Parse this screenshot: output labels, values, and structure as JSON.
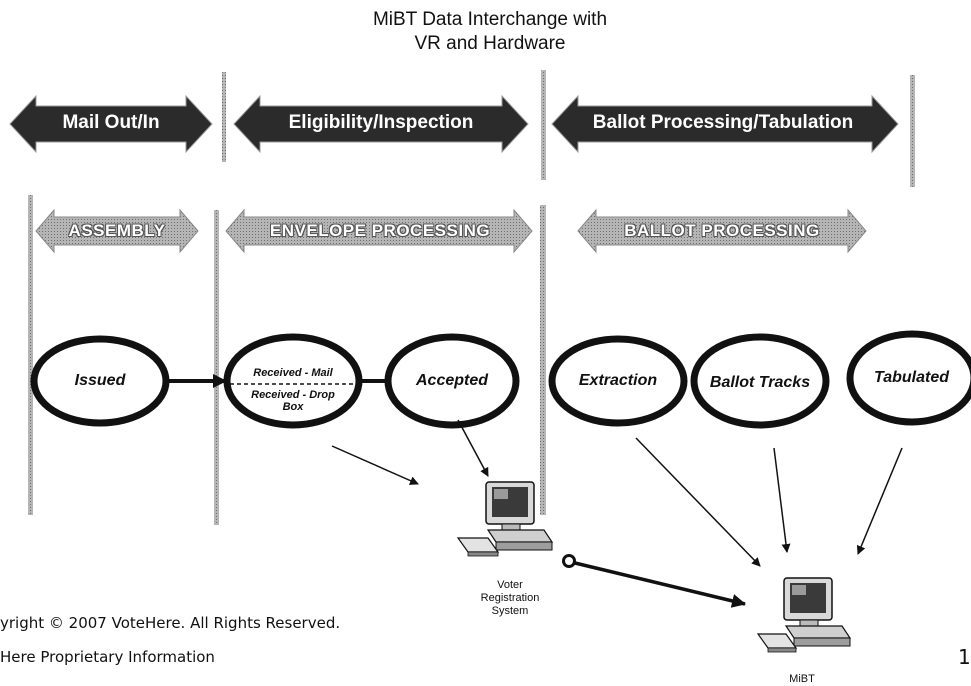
{
  "title_line1": "MiBT Data Interchange with",
  "title_line2": "VR and Hardware",
  "phases": [
    "Mail Out/In",
    "Eligibility/Inspection",
    "Ballot Processing/Tabulation"
  ],
  "subphases": [
    "ASSEMBLY",
    "ENVELOPE PROCESSING",
    "BALLOT PROCESSING"
  ],
  "states": {
    "issued": "Issued",
    "received_mail": "Received - Mail",
    "received_drop_box": "Received - Drop Box",
    "accepted": "Accepted",
    "extraction": "Extraction",
    "ballot_tracks": "Ballot Tracks",
    "tabulated": "Tabulated"
  },
  "systems": {
    "voter_registration": "Voter Registration System",
    "mibt": "MiBT"
  },
  "footer": {
    "copyright": "yright © 2007 VoteHere. All Rights Reserved.",
    "proprietary": "Here Proprietary Information",
    "page_number": "1"
  },
  "colors": {
    "dark_arrow": "#2b2b2b",
    "light_arrow": "#9a9a9a",
    "ink": "#111111"
  },
  "icons": [
    "desktop-computer-icon"
  ]
}
